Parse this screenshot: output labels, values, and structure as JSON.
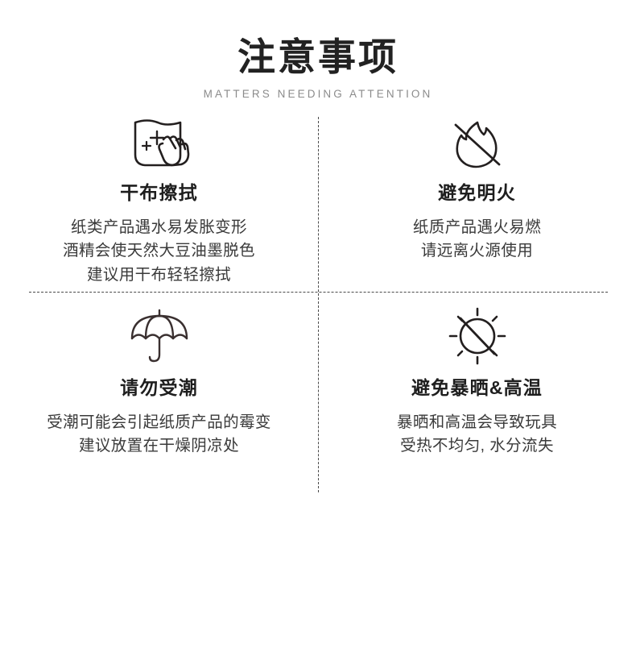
{
  "header": {
    "title": "注意事项",
    "subtitle": "MATTERS NEEDING ATTENTION"
  },
  "colors": {
    "title": "#222222",
    "subtitle": "#8b8b8b",
    "body": "#3a3a3a",
    "divider": "#4a4a4a",
    "icon_stroke": "#231f1f",
    "background": "#ffffff"
  },
  "cells": [
    {
      "icon": "cloth-wipe-icon",
      "title": "干布擦拭",
      "lines": [
        "纸类产品遇水易发胀变形",
        "酒精会使天然大豆油墨脱色",
        "建议用干布轻轻擦拭"
      ]
    },
    {
      "icon": "no-open-flame-icon",
      "title": "避免明火",
      "lines": [
        "纸质产品遇火易燃",
        "请远离火源使用"
      ]
    },
    {
      "icon": "umbrella-icon",
      "title": "请勿受潮",
      "lines": [
        "受潮可能会引起纸质产品的霉变",
        "建议放置在干燥阴凉处"
      ]
    },
    {
      "icon": "no-sun-exposure-icon",
      "title": "避免暴晒&高温",
      "lines": [
        "暴晒和高温会导致玩具",
        "受热不均匀, 水分流失"
      ]
    }
  ]
}
